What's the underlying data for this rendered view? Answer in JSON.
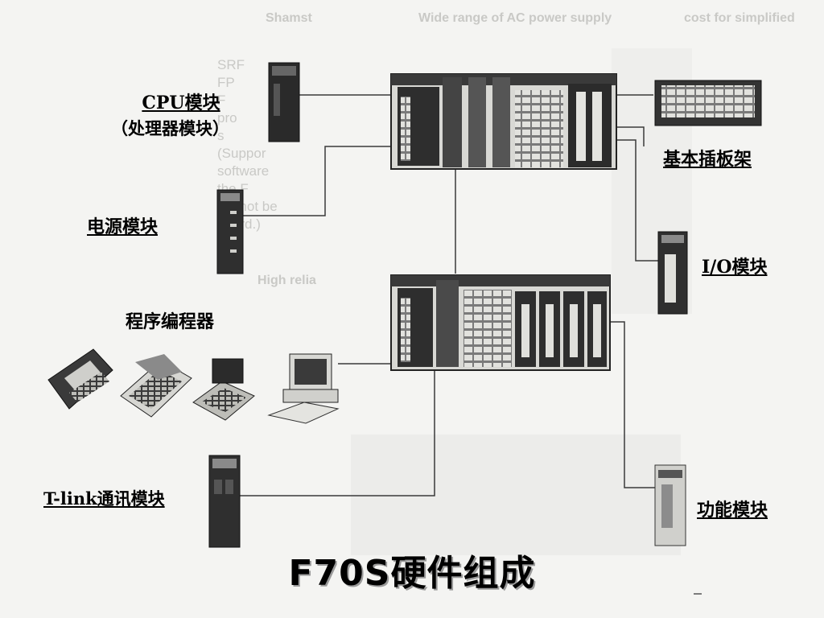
{
  "title": "F70S硬件组成",
  "labels": {
    "cpu": "CPU模块",
    "cpu_sub": "（处理器模块）",
    "power": "电源模块",
    "programmer": "程序编程器",
    "tlink": "T-link通讯模块",
    "base_rack": "基本插板架",
    "io": "I/O模块",
    "function": "功能模块"
  },
  "colors": {
    "line": "#3a3a3a",
    "module_dark": "#2a2a2a",
    "module_mid": "#6e6e6e",
    "module_light": "#d6d6d2",
    "background": "#f4f4f2"
  }
}
